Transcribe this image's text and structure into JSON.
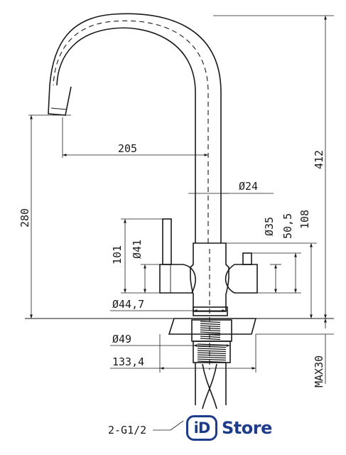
{
  "dimensions": {
    "spout_reach": "205",
    "total_height": "412",
    "spout_height": "280",
    "spout_diameter": "Ø24",
    "handle_diameter": "Ø35",
    "handle_center_height": "50,5",
    "body_height": "108",
    "lever_height": "101",
    "body_diameter": "Ø41",
    "base_diameter": "Ø44,7",
    "flange_diameter": "Ø49",
    "base_plate_width": "133,4",
    "max_counter_thickness": "MAX30",
    "connection_thread": "2-G1/2"
  },
  "logo": {
    "badge": "iD",
    "word": "Store",
    "color": "#1e3c8a"
  }
}
